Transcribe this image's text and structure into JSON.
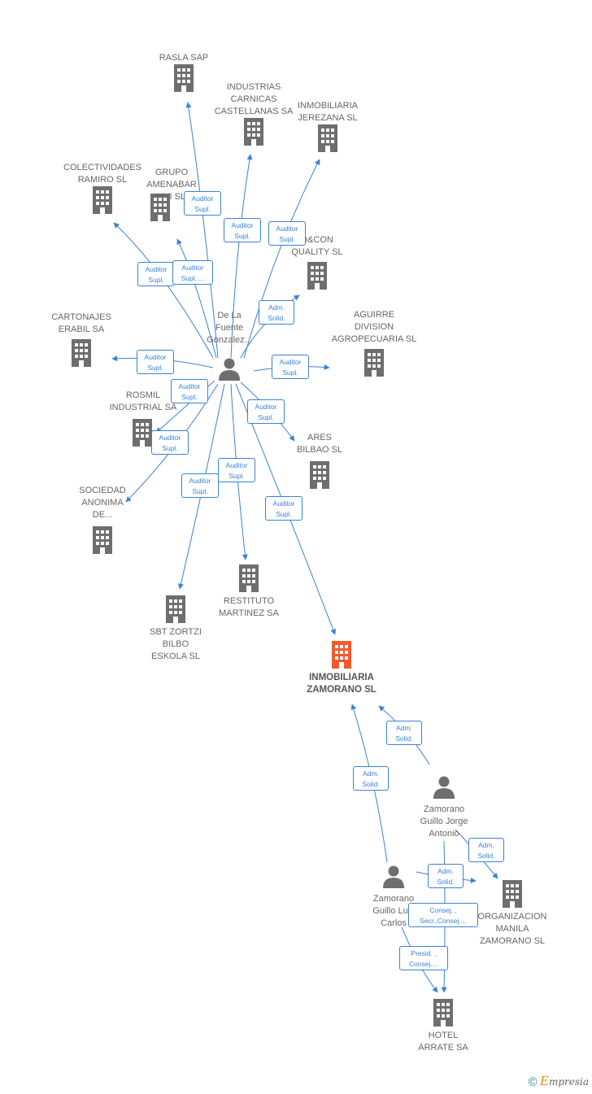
{
  "colors": {
    "building": "#6e6e6e",
    "focus": "#f05a2b",
    "person": "#6e6e6e",
    "edge": "#3a82d6"
  },
  "nodes": {
    "rasla": "RASLA SAP",
    "industrias": "INDUSTRIAS\nCARNICAS\nCASTELLANAS SA",
    "inmo_jerezana": "INMOBILIARIA\nJEREZANA SL",
    "colectividades": "COLECTIVIDADES\nRAMIRO SL",
    "grupo": "GRUPO\nAMENABAR\nXXI SL",
    "dcon": "D&CON\nQUALITY SL",
    "cartonajes": "CARTONAJES\nERABIL SA",
    "aguirre": "AGUIRRE\nDIVISION\nAGROPECUARIA SL",
    "rosmil": "ROSMIL\nINDUSTRIAL SA",
    "ares": "ARES\nBILBAO SL",
    "sociedad": "SOCIEDAD\nANONIMA\nDE...",
    "restituto": "RESTITUTO\nMARTINEZ SA",
    "sbt": "SBT ZORTZI\nBILBO\nESKOLA SL",
    "inmo_zamorano": "INMOBILIARIA\nZAMORANO SL",
    "organizacion": "ORGANIZACION\nMANILA\nZAMORANO SL",
    "hotel": "HOTEL\nARRATE SA",
    "delafuente": "De La\nFuente\nGonzalez...",
    "jorge": "Zamorano\nGuillo Jorge\nAntonio",
    "luis": "Zamorano\nGuillo Luis\nCarlos"
  },
  "edge_labels": {
    "auditor": "Auditor\nSupl.",
    "auditor_trunc": "Auditor\nSupl. ...",
    "adm": "Adm.\nSolid.",
    "consej": "Consej. ,\nSecr.,Consej....",
    "presid": "Presid. ,\nConsej...."
  },
  "brand": {
    "copyright": "©",
    "initial": "E",
    "rest": "mpresia"
  }
}
